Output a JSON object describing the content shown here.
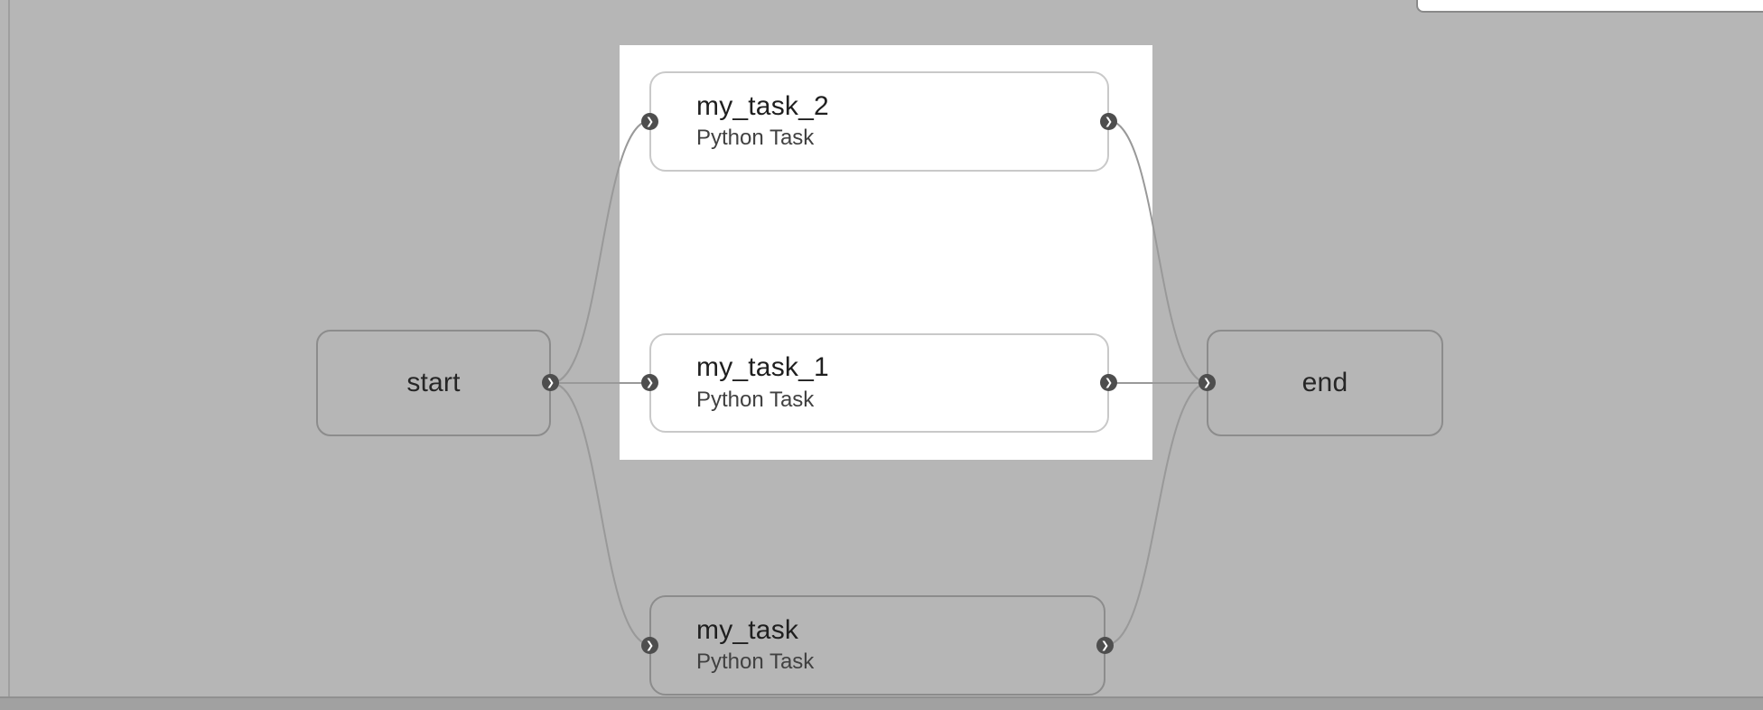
{
  "canvas": {
    "background_color": "#b6b6b6",
    "spotlight_color": "#ffffff",
    "edge_color": "#999999",
    "port_color": "#4e4e4e"
  },
  "icons": {
    "port_arrow": "❯"
  },
  "nodes": [
    {
      "id": "start",
      "title": "start",
      "subtitle": "",
      "kind": "start"
    },
    {
      "id": "my_task_2",
      "title": "my_task_2",
      "subtitle": "Python Task",
      "kind": "task"
    },
    {
      "id": "my_task_1",
      "title": "my_task_1",
      "subtitle": "Python Task",
      "kind": "task"
    },
    {
      "id": "my_task",
      "title": "my_task",
      "subtitle": "Python Task",
      "kind": "task"
    },
    {
      "id": "end",
      "title": "end",
      "subtitle": "",
      "kind": "end"
    }
  ],
  "edges": [
    {
      "from": "start",
      "to": "my_task_2"
    },
    {
      "from": "start",
      "to": "my_task_1"
    },
    {
      "from": "start",
      "to": "my_task"
    },
    {
      "from": "my_task_2",
      "to": "end"
    },
    {
      "from": "my_task_1",
      "to": "end"
    },
    {
      "from": "my_task",
      "to": "end"
    }
  ]
}
